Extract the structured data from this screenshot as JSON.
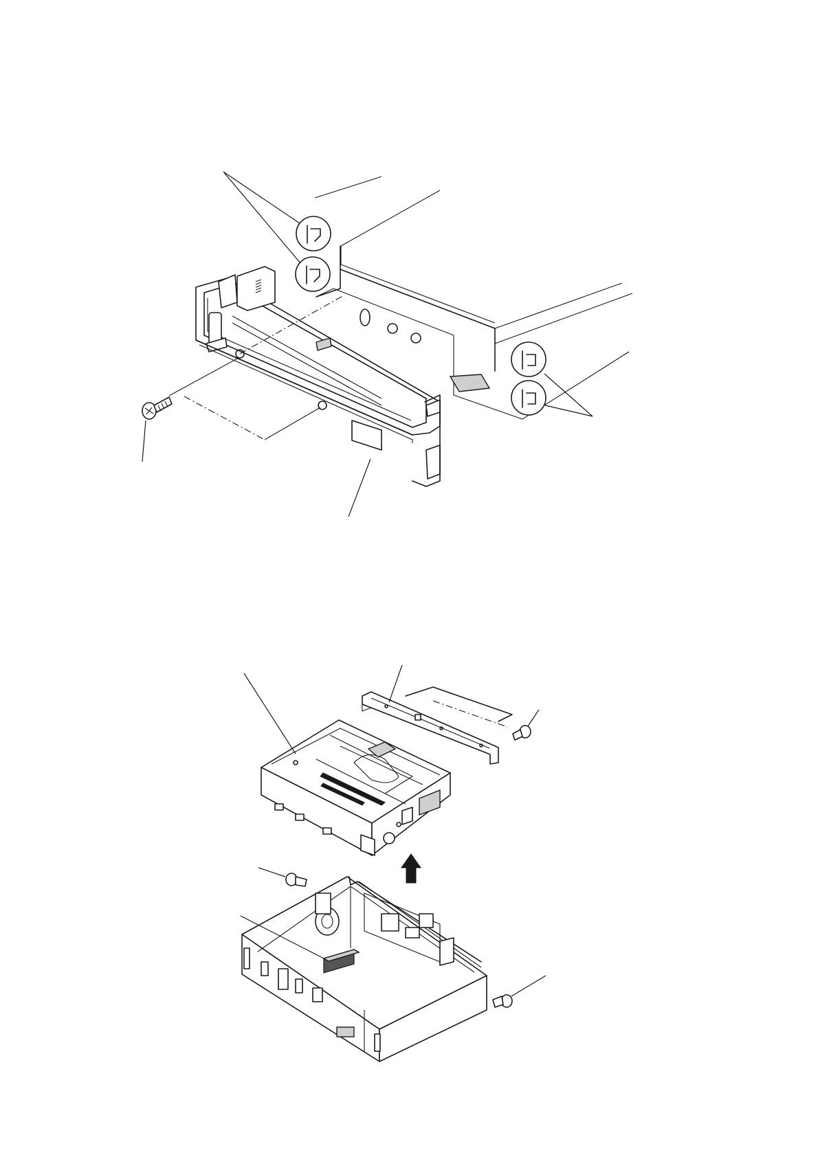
{
  "diagrams": [
    {
      "id": "front-panel-removal",
      "parts": [
        "front-bracket",
        "chassis-top-cover",
        "claw-top-left-upper",
        "claw-top-left-lower",
        "claw-right-upper",
        "claw-right-lower",
        "screw"
      ]
    },
    {
      "id": "cd-mechanism-removal",
      "parts": [
        "cd-mechanism-block",
        "bracket",
        "screw-top-right",
        "screw-left",
        "screw-right",
        "chassis",
        "connector",
        "lift-arrow"
      ]
    }
  ]
}
